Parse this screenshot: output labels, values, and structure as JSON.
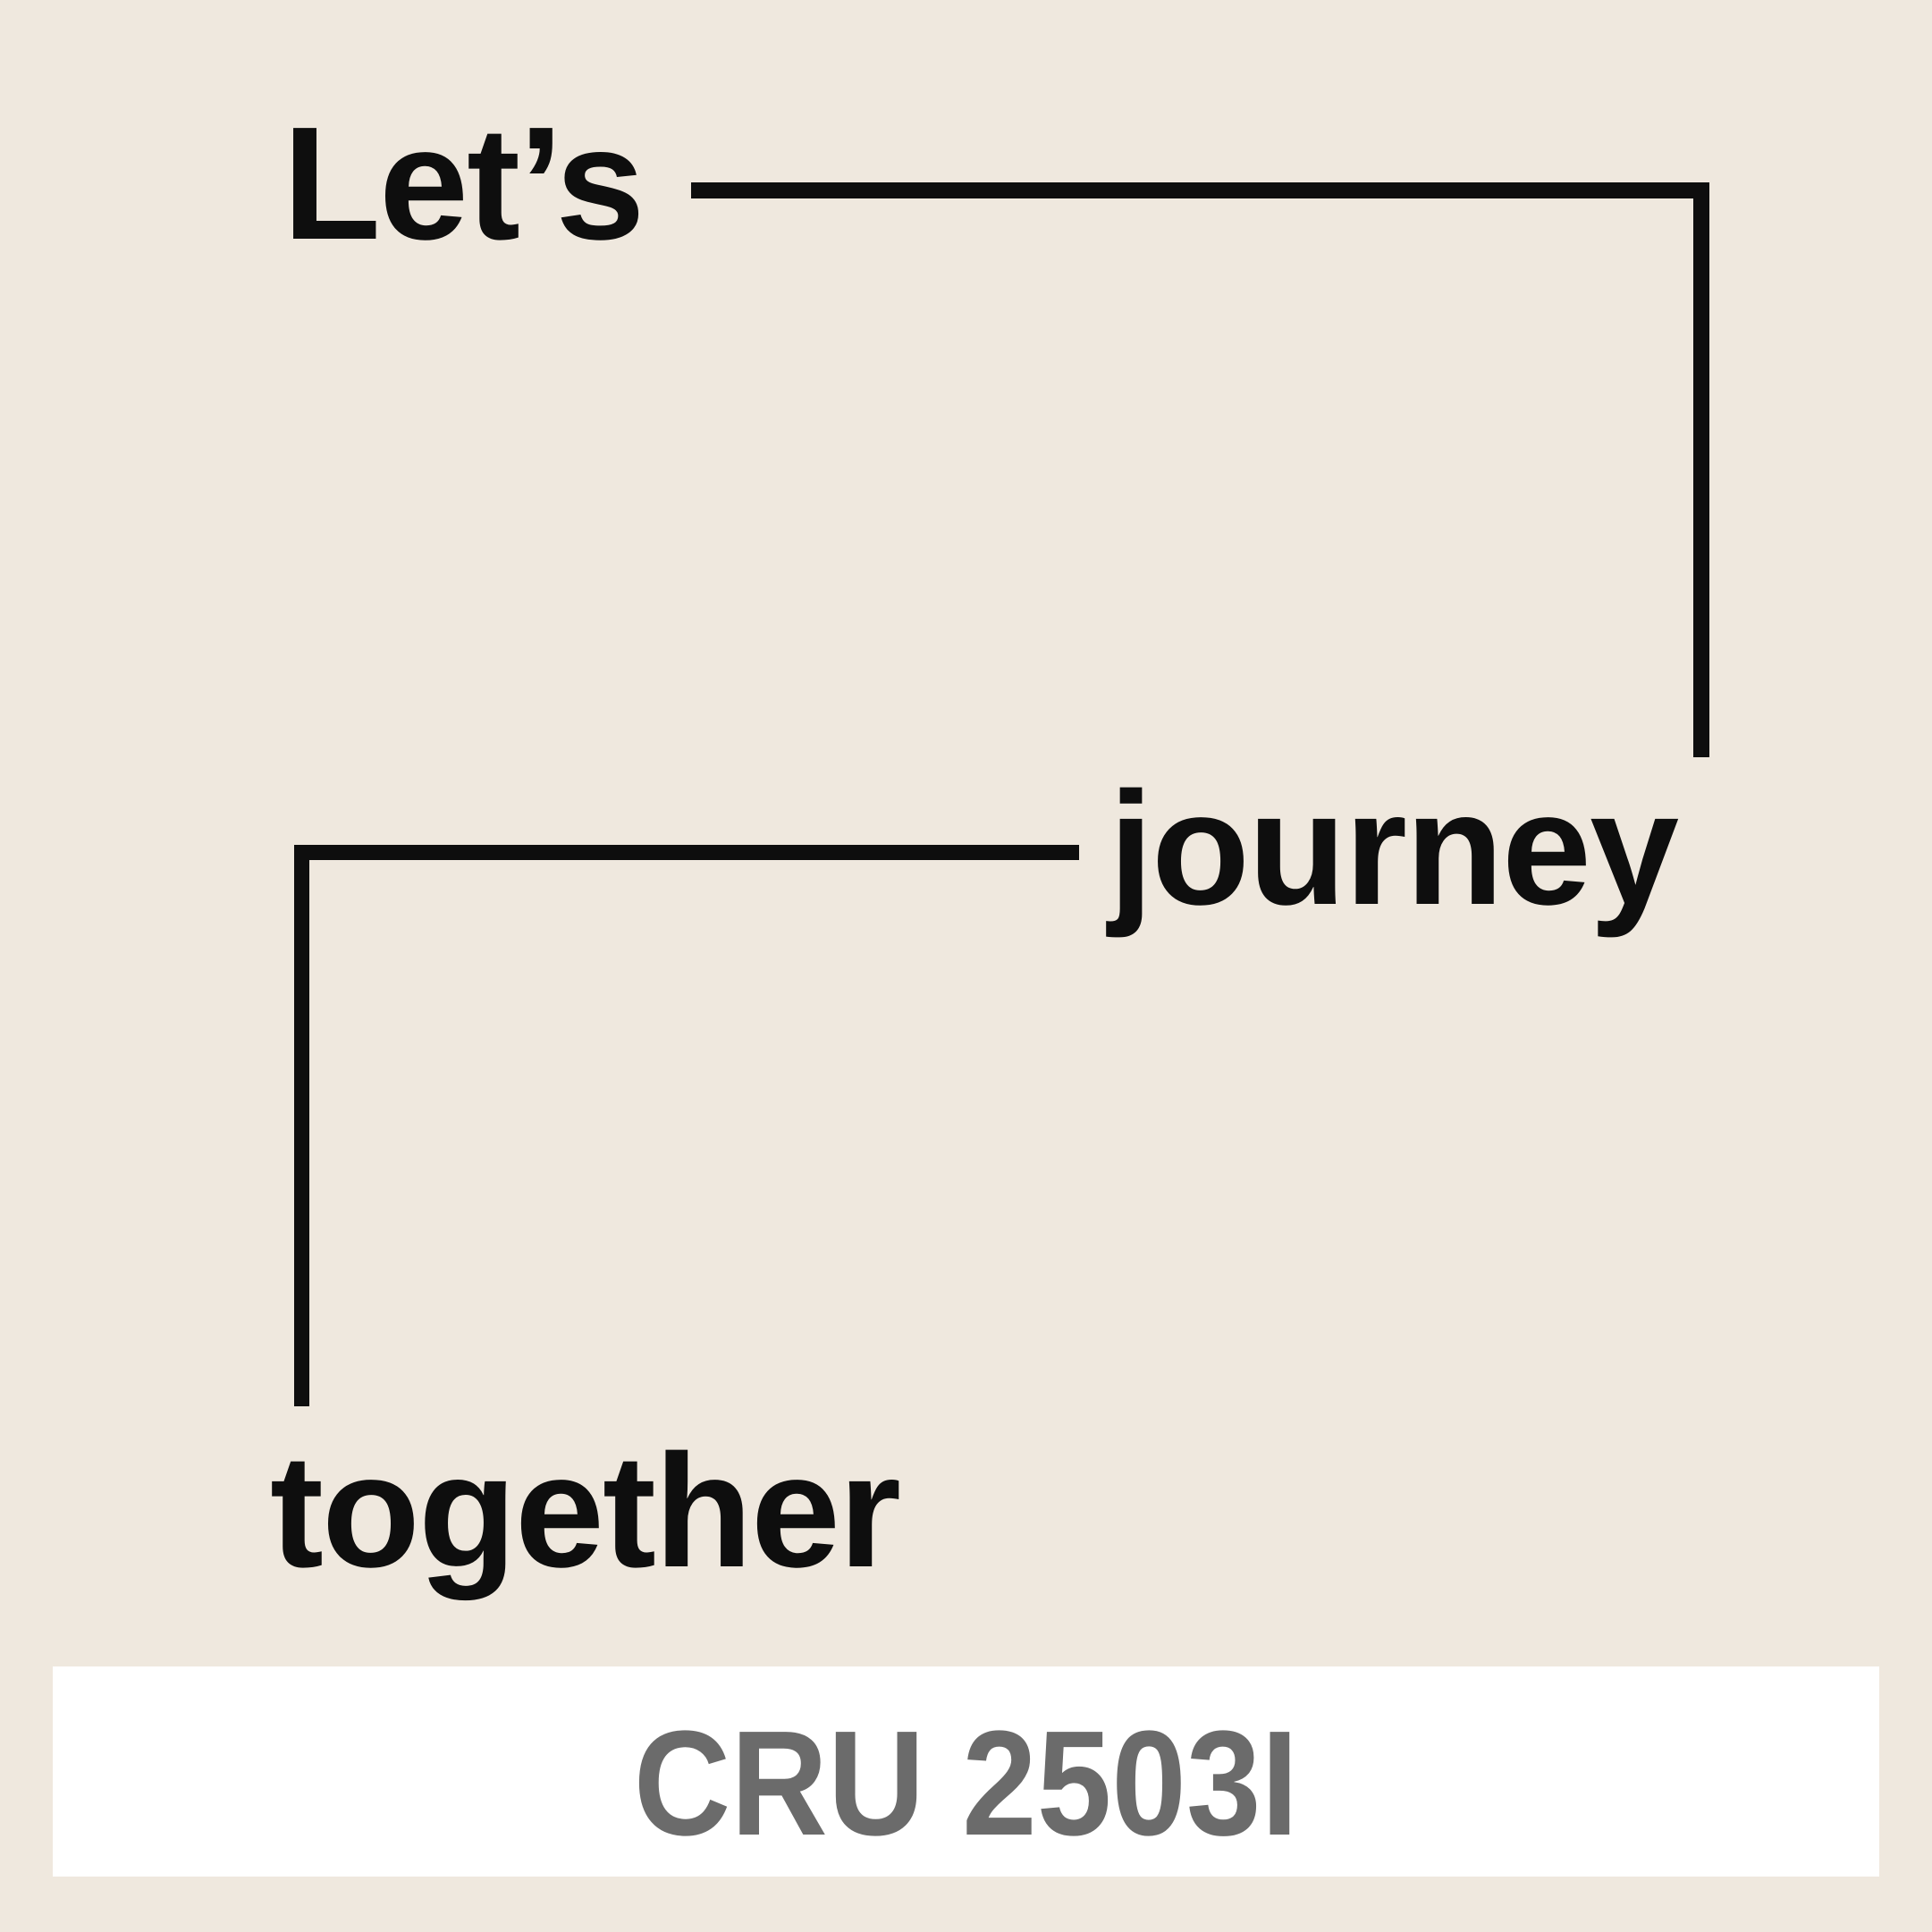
{
  "poster": {
    "words": {
      "lets": "Let’s",
      "journey": "journey",
      "together": "together"
    },
    "color_code_bar": {
      "label": "CRU 2503I"
    },
    "colors": {
      "background": "#EFE8DE",
      "ink": "#0E0E0E",
      "bar_background": "#FFFFFF",
      "bar_text": "#6B6B6B"
    }
  }
}
